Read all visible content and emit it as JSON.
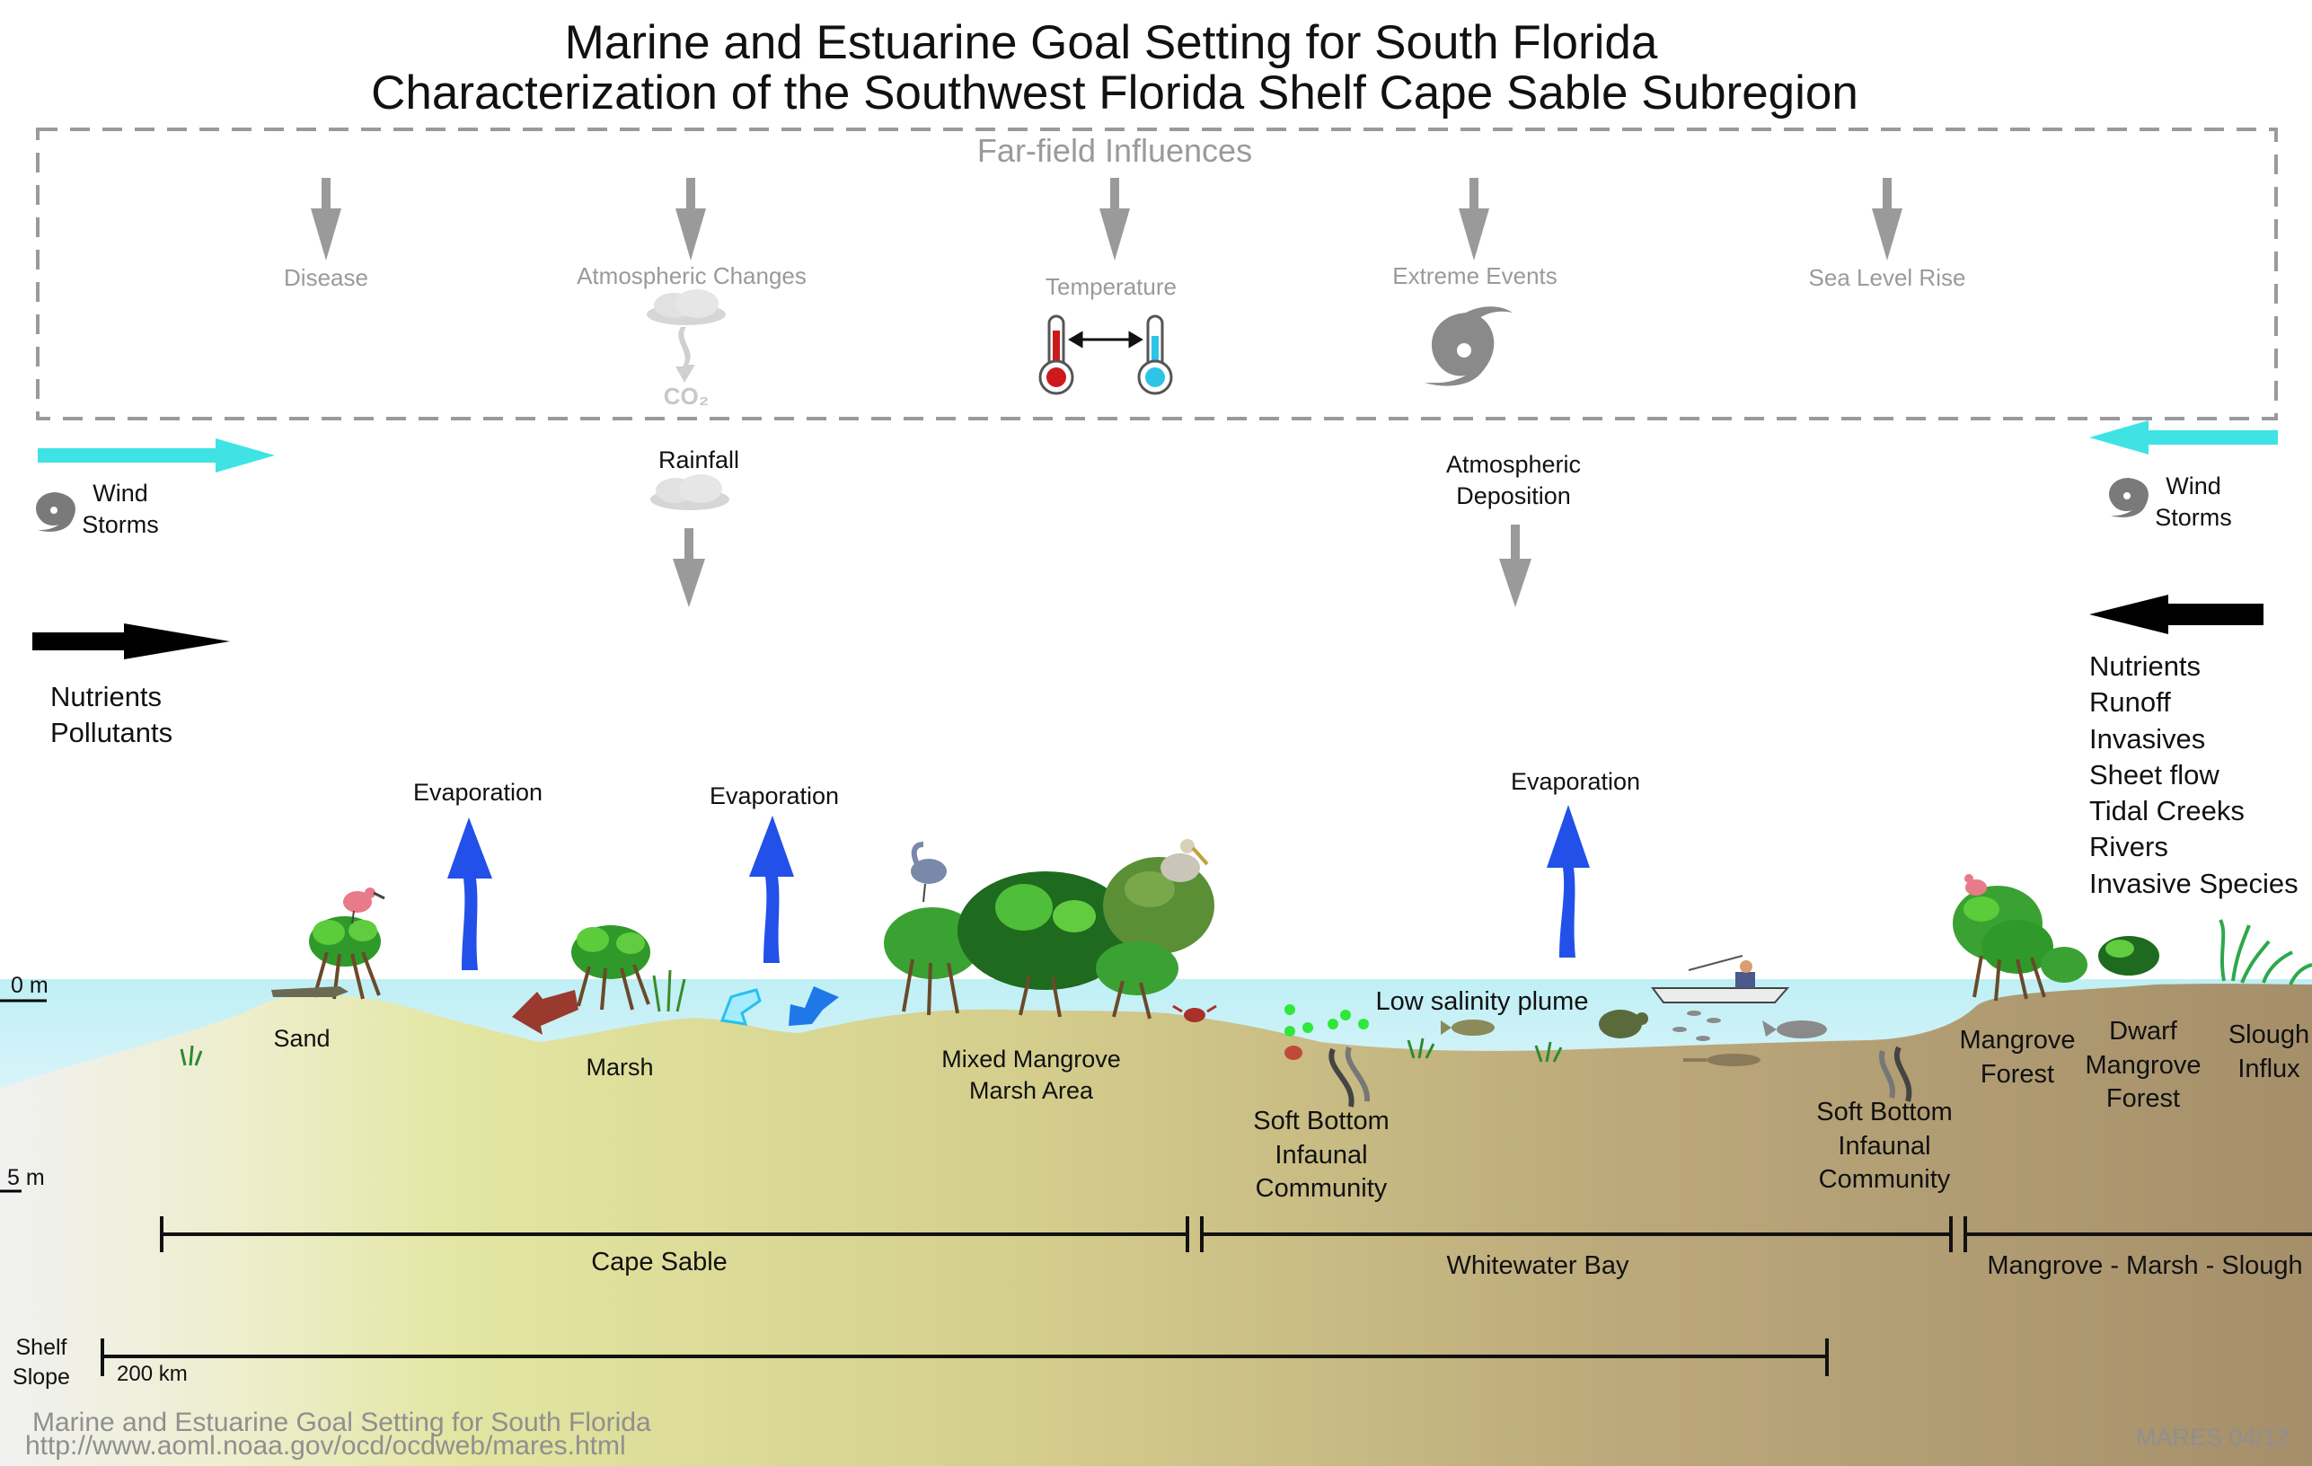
{
  "title": {
    "line1": "Marine and Estuarine Goal Setting for South Florida",
    "line2": "Characterization of the Southwest Florida Shelf Cape Sable Subregion"
  },
  "far_field": {
    "heading": "Far-field Influences",
    "items": [
      "Disease",
      "Atmospheric Changes",
      "Temperature",
      "Extreme Events",
      "Sea Level Rise"
    ],
    "co2_label": "CO₂"
  },
  "processes": {
    "rainfall": "Rainfall",
    "atmospheric_deposition": [
      "Atmospheric",
      "Deposition"
    ],
    "evaporation": "Evaporation",
    "wind_storms": [
      "Wind",
      "Storms"
    ]
  },
  "left_inputs": [
    "Nutrients",
    "Pollutants"
  ],
  "right_inputs": [
    "Nutrients",
    "Runoff",
    "Invasives",
    "Sheet flow",
    "Tidal Creeks",
    "Rivers",
    "Invasive Species"
  ],
  "habitats": {
    "sand": "Sand",
    "marsh": "Marsh",
    "mixed_mangrove": [
      "Mixed Mangrove",
      "Marsh Area"
    ],
    "low_salinity_plume": "Low salinity plume",
    "soft_bottom": [
      "Soft Bottom",
      "Infaunal",
      "Community"
    ],
    "mangrove_forest": [
      "Mangrove",
      "Forest"
    ],
    "dwarf_mangrove": [
      "Dwarf",
      "Mangrove",
      "Forest"
    ],
    "slough_influx": [
      "Slough",
      "Influx"
    ]
  },
  "depths": [
    "0 m",
    "5 m"
  ],
  "regions": [
    "Cape Sable",
    "Whitewater Bay",
    "Mangrove - Marsh - Slough"
  ],
  "shelf": {
    "label": [
      "Shelf",
      "Slope"
    ],
    "scale": "200 km"
  },
  "footer": {
    "credit": "Marine and Estuarine Goal Setting for South Florida",
    "url": "http://www.aoml.noaa.gov/ocd/ocdweb/mares.html",
    "version": "MARES 04/12"
  },
  "colors": {
    "water": "#cfeff6",
    "sediment_light": "#dfe39c",
    "sediment_dark": "#a58f6a",
    "evaporation_arrow": "#2250e8",
    "wind_arrow": "#3fe3e3",
    "far_field_arrow": "#9a9a9a"
  }
}
